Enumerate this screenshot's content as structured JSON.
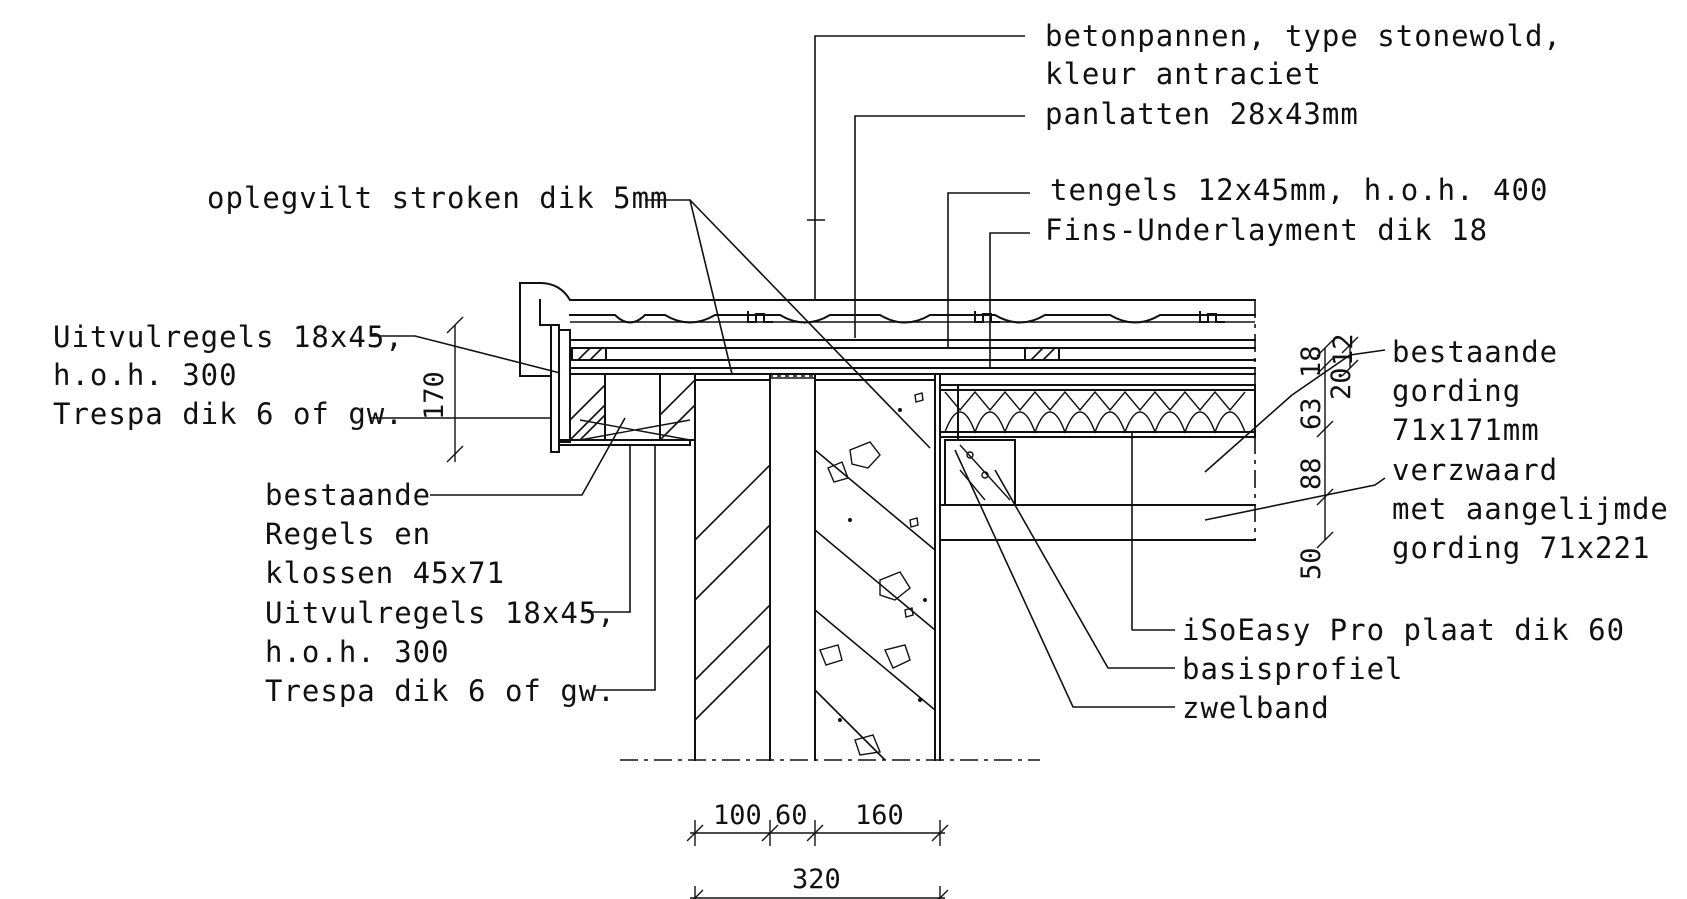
{
  "labels": {
    "tiles_line1": "betonpannen, type stonewold,",
    "tiles_line2": "kleur antraciet",
    "battens": "panlatten 28x43mm",
    "counter_battens": "tengels 12x45mm, h.o.h. 400",
    "underlayment": "Fins-Underlayment dik 18",
    "felt_strips": "oplegvilt stroken dik 5mm",
    "filler_top_line1": "Uitvulregels 18x45,",
    "filler_top_line2": "h.o.h. 300",
    "filler_top_line3": "Trespa dik 6 of gw.",
    "existing_line1": "bestaande",
    "existing_line2": "Regels en",
    "existing_line3": "klossen 45x71",
    "filler_bottom_line1": "Uitvulregels 18x45,",
    "filler_bottom_line2": "h.o.h. 300",
    "filler_bottom_line3": "Trespa dik 6 of gw.",
    "purlin_line1": "bestaande",
    "purlin_line2": "gording",
    "purlin_line3": "71x171mm",
    "weighted_line1": "verzwaard",
    "weighted_line2": "met aangelijmde",
    "weighted_line3": "gording 71x221",
    "insulation": "iSoEasy Pro plaat dik 60",
    "base_profile": "basisprofiel",
    "swell_tape": "zwelband"
  },
  "dimensions": {
    "height_170": "170",
    "v18": "18",
    "v12": "12",
    "v20": "20",
    "v63": "63",
    "v88": "88",
    "v50": "50",
    "h100": "100",
    "h60": "60",
    "h160": "160",
    "h320": "320"
  },
  "colors": {
    "line": "#111111",
    "background": "#ffffff"
  }
}
